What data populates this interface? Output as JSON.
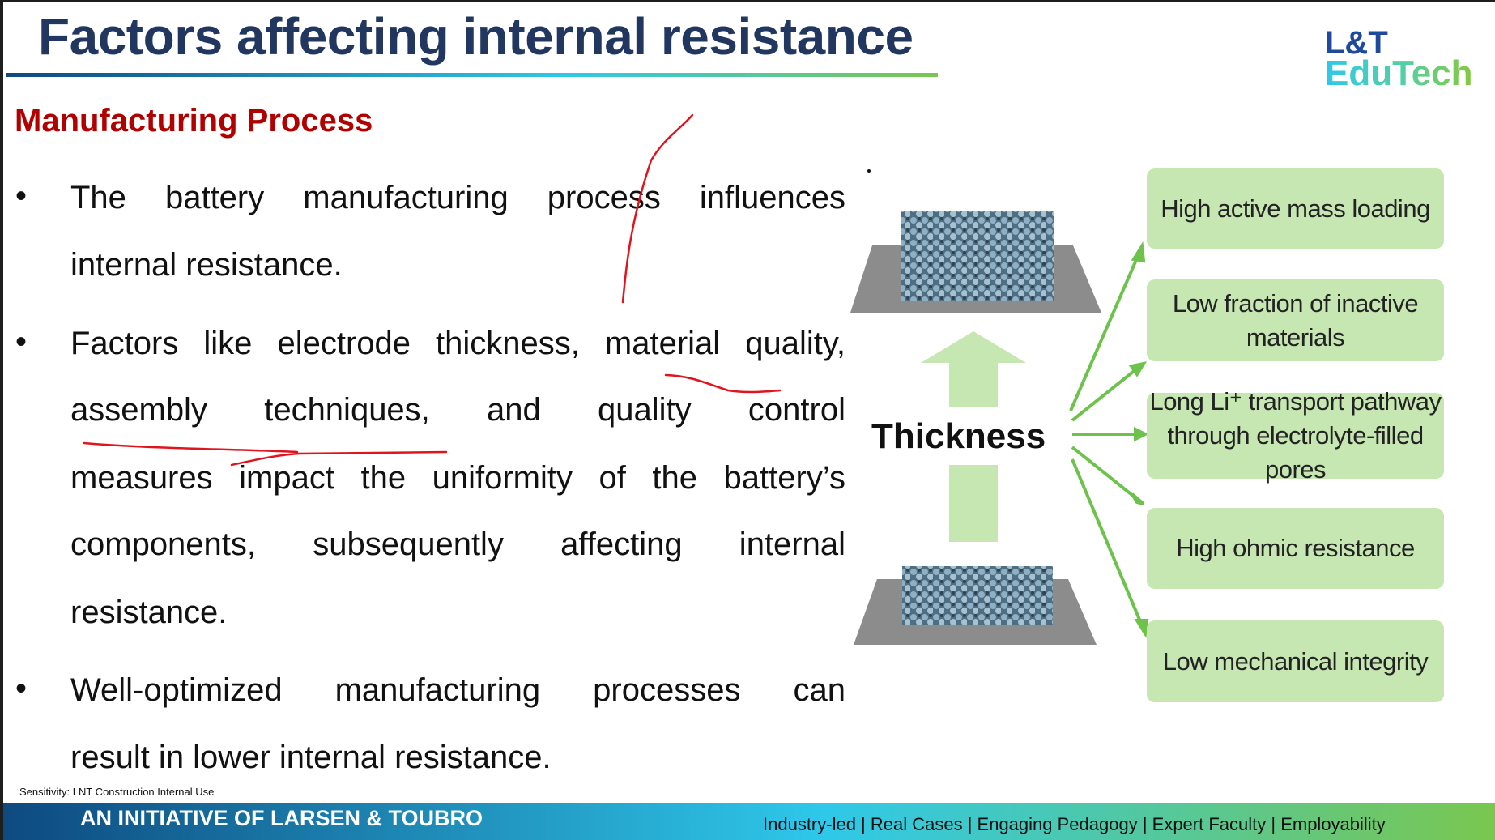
{
  "title": "Factors affecting internal resistance",
  "subtitle": "Manufacturing Process",
  "logo": {
    "line1": "L&T",
    "line2": "EduTech"
  },
  "bullets": [
    {
      "lines": [
        "The battery manufacturing process influences",
        "internal resistance."
      ]
    },
    {
      "lines": [
        "Factors like electrode thickness, material quality,",
        "assembly techniques, and quality control",
        "measures impact the uniformity of the battery’s",
        "components, subsequently affecting internal",
        "resistance."
      ]
    },
    {
      "lines": [
        "Well-optimized manufacturing processes can",
        "result in lower internal resistance."
      ]
    }
  ],
  "bullet_symbol": "•",
  "diagram": {
    "center_label": "Thickness",
    "effects": [
      "High active mass loading",
      "Low fraction of inactive materials",
      "Long Li⁺ transport pathway through electrolyte-filled pores",
      "High ohmic resistance",
      "Low mechanical integrity"
    ]
  },
  "footer": {
    "initiative": "AN INITIATIVE OF LARSEN & TOUBRO",
    "sensitivity": "Sensitivity: LNT Construction Internal Use",
    "tagline": "Industry-led | Real Cases | Engaging Pedagogy | Expert Faculty | Employability"
  },
  "colors": {
    "title": "#213760",
    "subtitle": "#b00000",
    "box": "#c6e6b2",
    "arrow": "#6cc24a",
    "annotation": "#e0141e"
  }
}
